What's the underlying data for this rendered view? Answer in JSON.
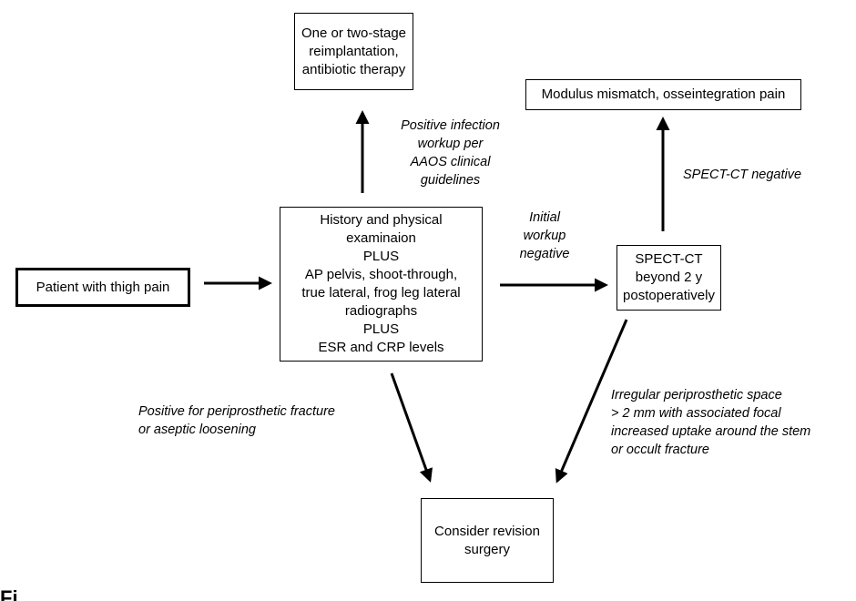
{
  "nodes": {
    "reimplantation": {
      "lines": [
        "One or two-stage",
        "reimplantation,",
        "antibiotic therapy"
      ]
    },
    "modulus": {
      "lines": [
        "Modulus mismatch, osseintegration pain"
      ]
    },
    "patient": {
      "lines": [
        "Patient with thigh pain"
      ]
    },
    "history": {
      "lines": [
        "History and physical",
        "examinaion",
        "PLUS",
        "AP pelvis, shoot-through,",
        "true lateral, frog leg lateral",
        "radiographs",
        "PLUS",
        "ESR and CRP levels"
      ]
    },
    "spect": {
      "lines": [
        "SPECT-CT",
        "beyond 2 y",
        "postoperatively"
      ]
    },
    "revision": {
      "lines": [
        "Consider revision",
        "surgery"
      ]
    }
  },
  "edge_labels": {
    "infection": {
      "lines": [
        "Positive infection",
        "workup per",
        "AAOS clinical",
        "guidelines"
      ]
    },
    "spect_negative": {
      "lines": [
        "SPECT-CT negative"
      ]
    },
    "initial_negative": {
      "lines": [
        "Initial",
        "workup",
        "negative"
      ]
    },
    "fracture": {
      "lines": [
        "Positive for periprosthetic fracture",
        "or aseptic loosening"
      ]
    },
    "irregular": {
      "lines": [
        "Irregular periprosthetic space",
        "> 2 mm with associated focal",
        "increased uptake around the stem",
        "or occult fracture"
      ]
    }
  },
  "figure_mark": "Fi"
}
